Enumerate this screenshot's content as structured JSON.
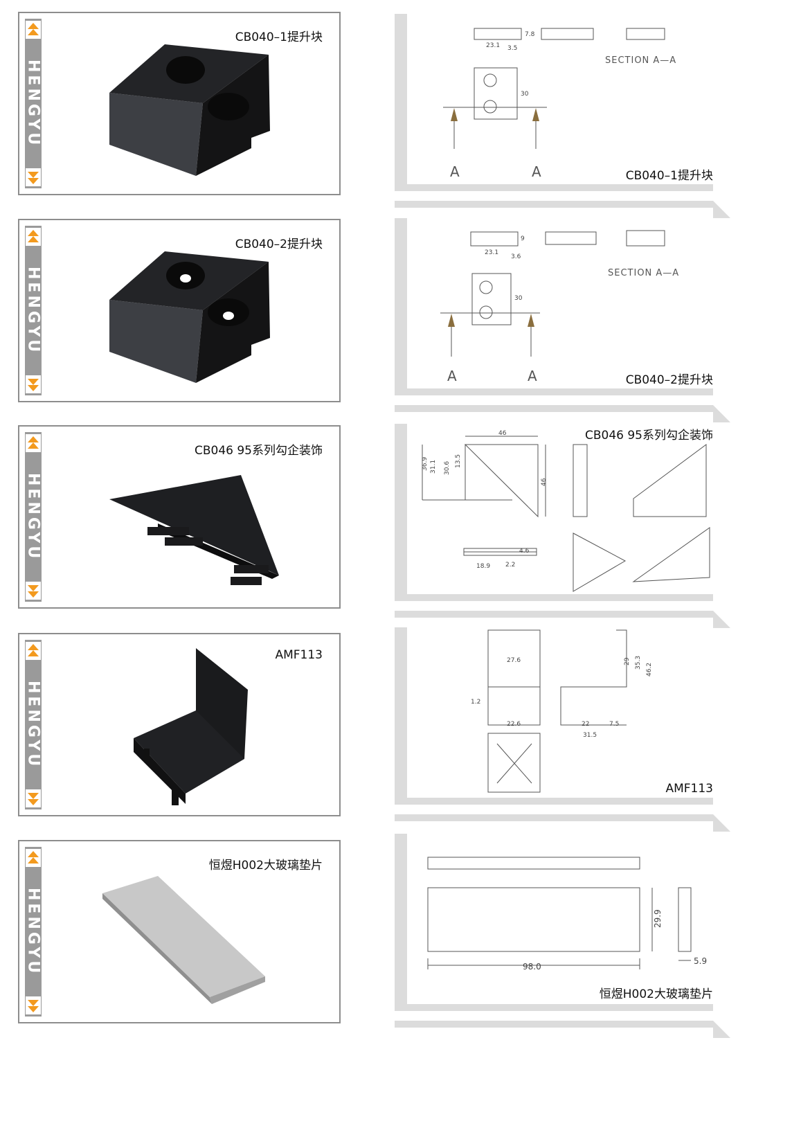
{
  "brand": {
    "name": "HENGYU"
  },
  "products": [
    {
      "title": "CB040–1提升块"
    },
    {
      "title": "CB040–2提升块"
    },
    {
      "title": "CB046 95系列勾企装饰"
    },
    {
      "title": "AMF113"
    },
    {
      "title": "恒煜H002大玻璃垫片"
    }
  ],
  "drawings": [
    {
      "caption": "CB040–1提升块",
      "section_label": "SECTION A—A",
      "cut_marks": [
        "A",
        "A"
      ],
      "dims": [
        "23.1",
        "3.5",
        "7.8",
        "30"
      ]
    },
    {
      "caption": "CB040–2提升块",
      "section_label": "SECTION A—A",
      "cut_marks": [
        "A",
        "A"
      ],
      "dims": [
        "23.1",
        "3.6",
        "9",
        "30"
      ]
    },
    {
      "caption": "CB046 95系列勾企装饰",
      "dims": [
        "46",
        "36.9",
        "31.1",
        "30.6",
        "13.5",
        "46",
        "18.9",
        "2.2",
        "4.6"
      ]
    },
    {
      "caption": "AMF113",
      "dims": [
        "27.6",
        "1.2",
        "22.6",
        "29",
        "35.3",
        "46.2",
        "22",
        "7.5",
        "31.5"
      ]
    },
    {
      "caption": "恒煜H002大玻璃垫片",
      "dims": [
        "29.9",
        "98.0",
        "5.9"
      ]
    }
  ],
  "colors": {
    "frame": "#8d8d8d",
    "strip": "#9a9a9a",
    "arrow": "#f39a1e",
    "part": "#1b1b1d",
    "panel": "#dcdcdc",
    "pad": "#c8c8c8"
  }
}
